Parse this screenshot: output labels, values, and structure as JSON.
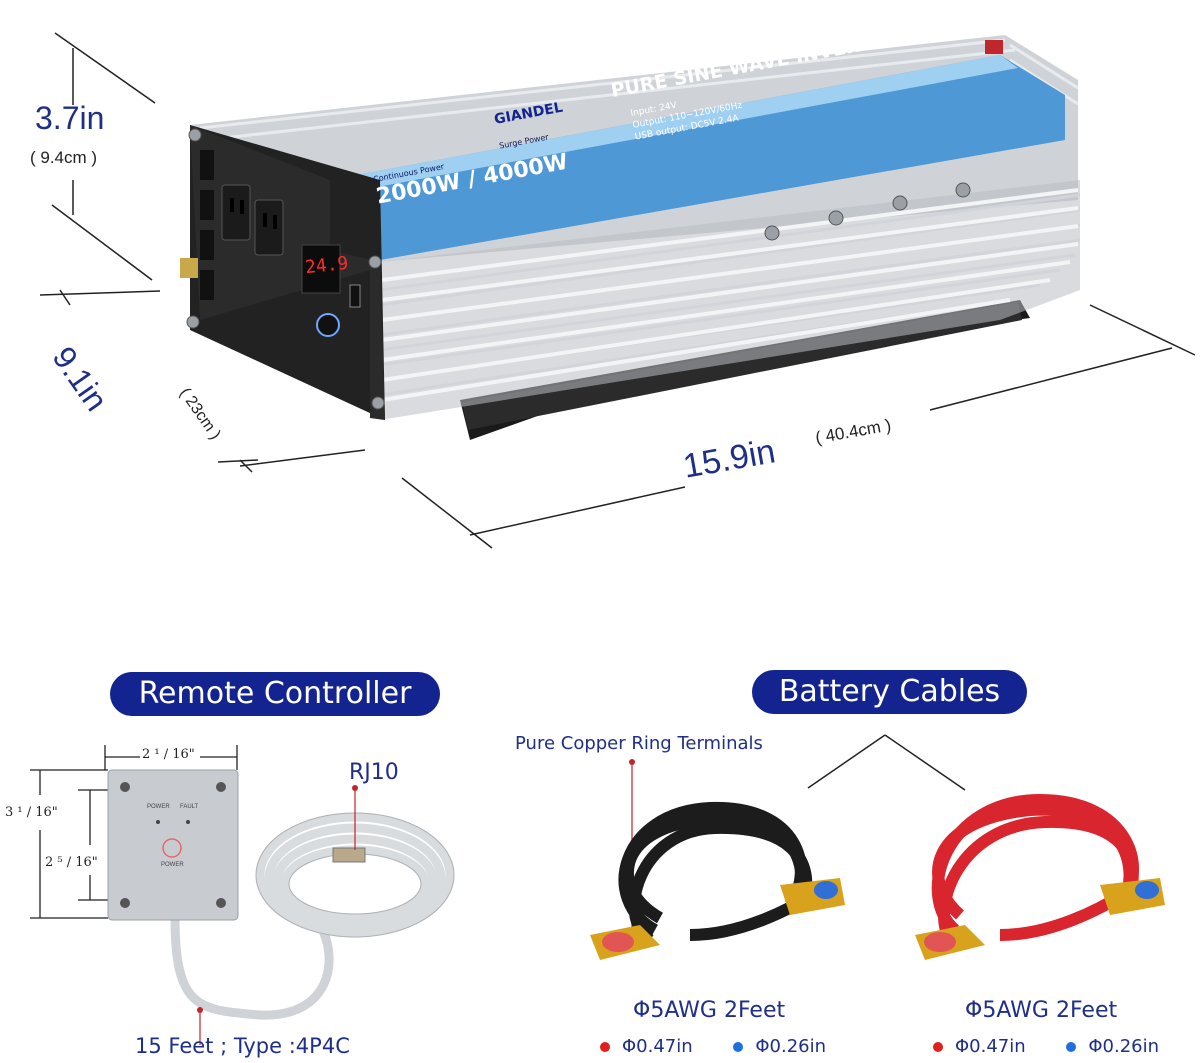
{
  "dimensions": {
    "height_in": "3.7in",
    "height_cm": "( 9.4cm )",
    "depth_in": "9.1in",
    "depth_cm": "( 23cm )",
    "length_in": "15.9in",
    "length_cm": "( 40.4cm )"
  },
  "inverter_label": {
    "brand": "GIANDEL",
    "title": "PURE SINE WAVE INVERTER",
    "power": "2000W / 4000W",
    "continuous": "Continuous Power",
    "surge": "Surge Power",
    "input": "Input: 24V",
    "output": "Output: 110~120V/60Hz",
    "usb": "USB output: DC5V 2.4A",
    "display": "24.9"
  },
  "remote": {
    "heading": "Remote Controller",
    "width_dim": "2 ¹ / 16\"",
    "height_outer_dim": "3 ¹ / 16\"",
    "height_inner_dim": "2 ⁵ / 16\"",
    "power_label": "POWER",
    "fault_label": "FAULT",
    "button_label": "POWER",
    "connector": "RJ10",
    "cable_spec": "15 Feet ; Type :4P4C"
  },
  "cables": {
    "heading": "Battery Cables",
    "terminal_note": "Pure Copper Ring Terminals",
    "left_spec": "Φ5AWG 2Feet",
    "right_spec": "Φ5AWG 2Feet",
    "left_d1": "Φ0.47in",
    "left_d2": "Φ0.26in",
    "right_d1": "Φ0.47in",
    "right_d2": "Φ0.26in"
  },
  "colors": {
    "navy": "#13238f",
    "text_blue": "#1f2f88",
    "red_dot": "#e0201c",
    "blue_dot": "#1e6fe0",
    "cable_red": "#d9252e",
    "cable_black": "#1c1c1c",
    "copper": "#d9a21c"
  }
}
